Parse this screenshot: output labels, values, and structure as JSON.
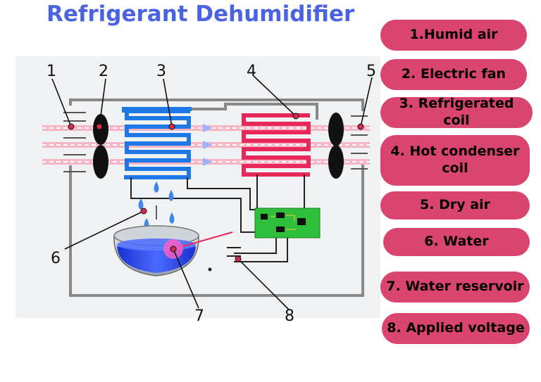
{
  "title": "Refrigerant Dehumidifier",
  "diagram_labels": [
    "1",
    "2",
    "3",
    "4",
    "5",
    "6",
    "7",
    "8"
  ],
  "legend": [
    "1.Humid air",
    "2. Electric fan",
    "3. Refrigerated coil",
    "4. Hot condenser coil",
    "5. Dry air",
    "6. Water",
    "7. Water reservoir",
    "8. Applied voltage"
  ],
  "colors": {
    "title": "#4a63e0",
    "legend_fill": "#d9456f",
    "cold_coil": "#1e78e6",
    "hot_coil": "#e8285a",
    "water": "#2a3fe0",
    "circuit_board": "#2fbf3a"
  }
}
